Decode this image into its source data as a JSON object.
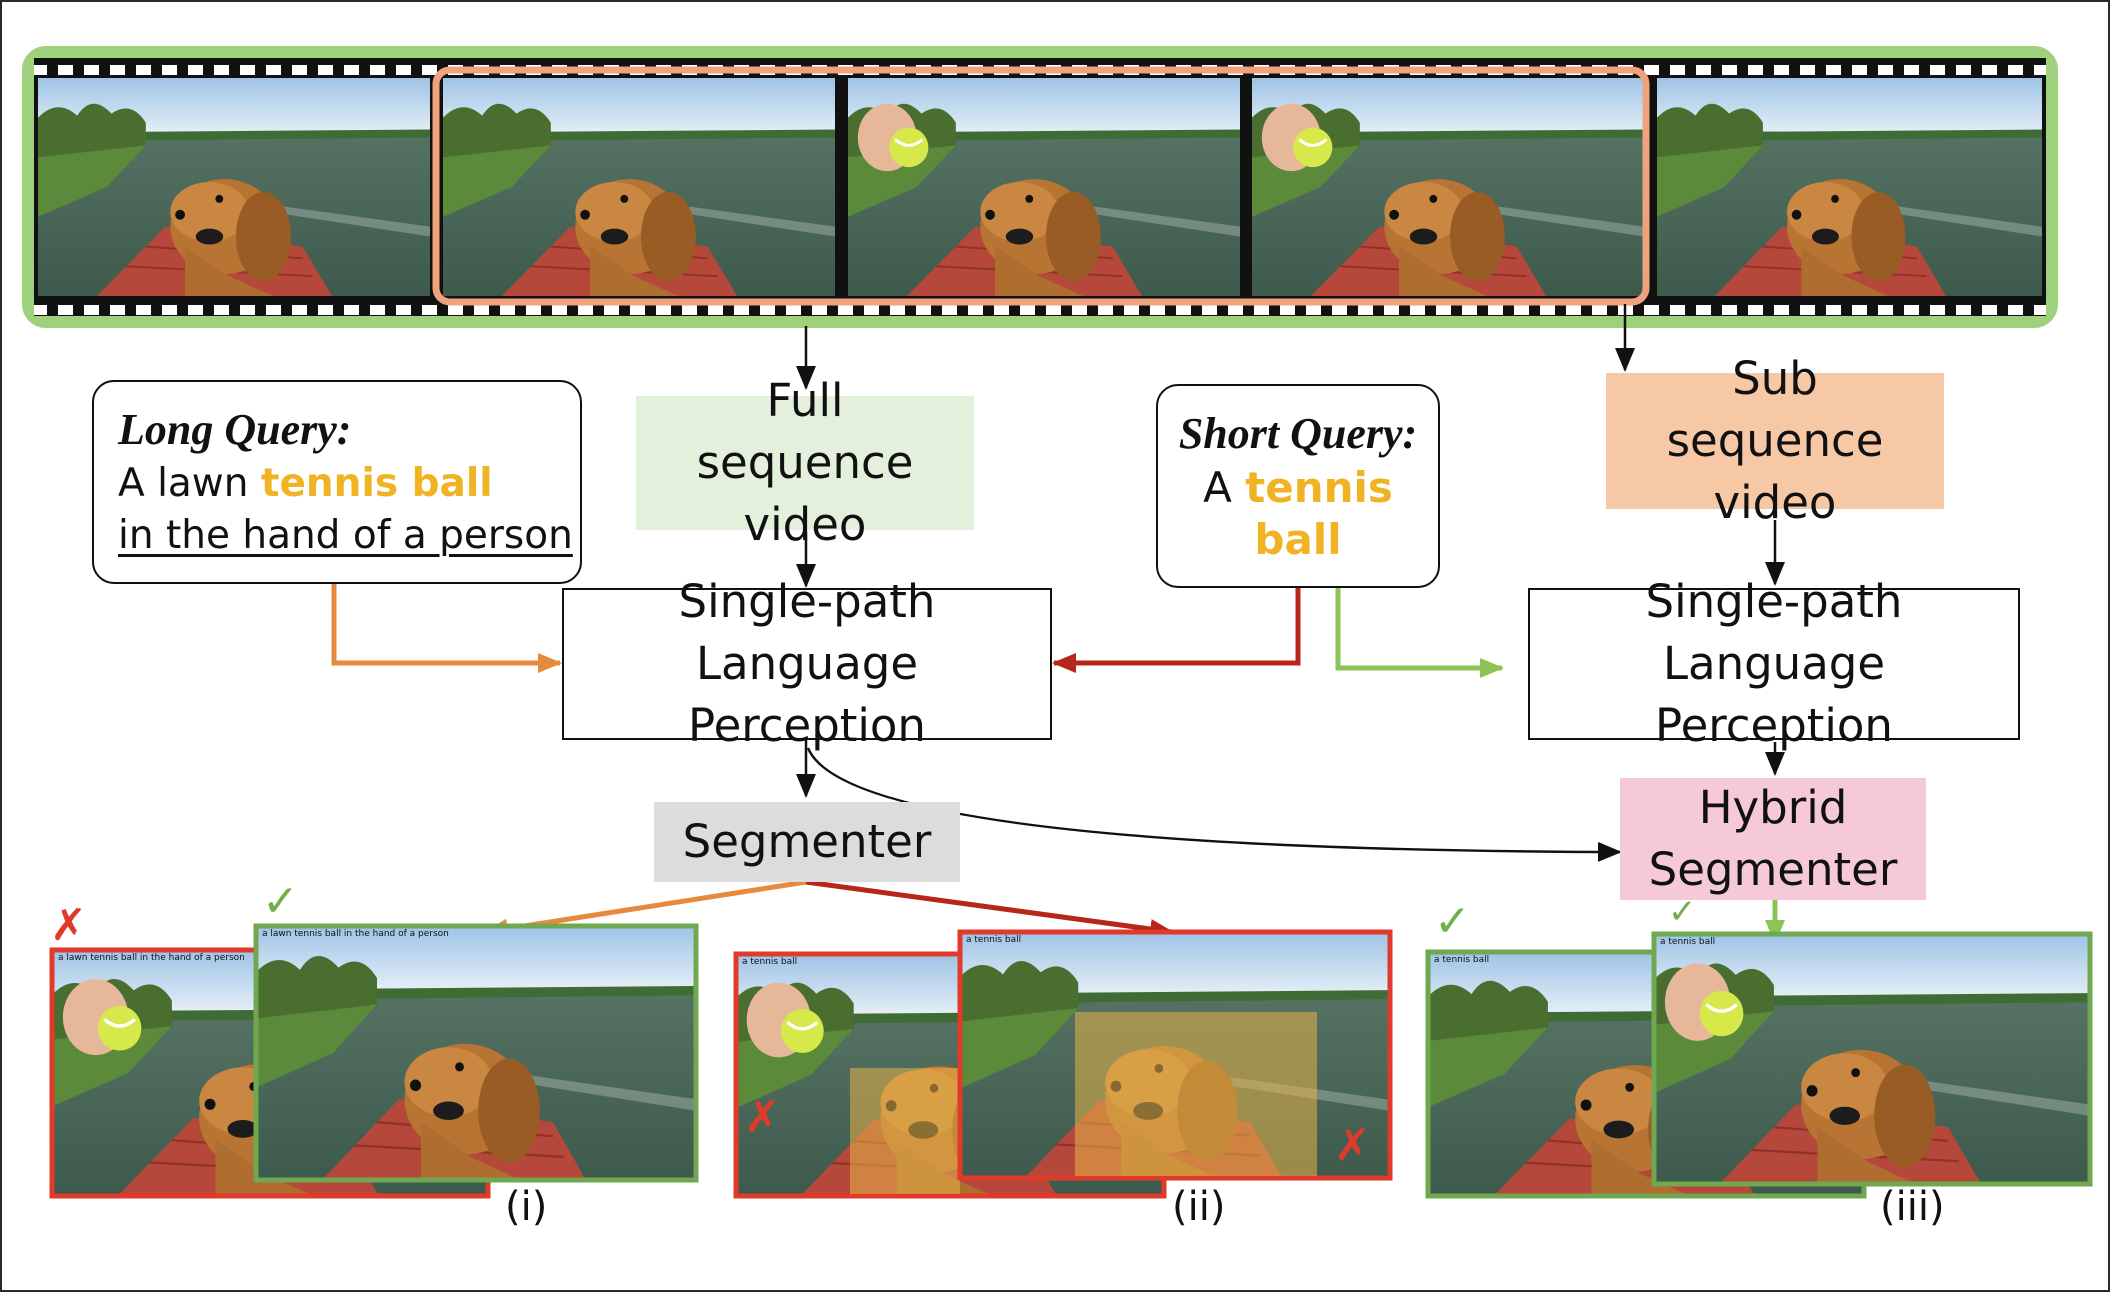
{
  "boxes": {
    "long_query": {
      "title": "Long Query:",
      "line1_prefix": "A lawn ",
      "line1_highlight": "tennis ball",
      "line2": "in the hand of a person"
    },
    "full_sequence": "Full sequence video",
    "short_query": {
      "title": "Short Query:",
      "prefix": "A ",
      "highlight": "tennis ball"
    },
    "sub_sequence": "Sub sequence video",
    "slp_left": "Single-path Language Perception",
    "slp_right": "Single-path Language Perception",
    "segmenter": "Segmenter",
    "hybrid_segmenter": "Hybrid Segmenter"
  },
  "result_labels": [
    "(i)",
    "(ii)",
    "(iii)"
  ],
  "frame_captions": {
    "i_back": "a lawn tennis ball in the hand of a person",
    "i_front": "a lawn tennis ball in the hand of a person",
    "ii_back": "a tennis ball",
    "ii_front": "a tennis ball",
    "iii_back": "a tennis ball",
    "iii_front": "a tennis ball"
  },
  "marks": {
    "cross": "✗",
    "check": "✓"
  },
  "colors": {
    "full_sequence_bg": "#e3f0dc",
    "sub_sequence_bg": "#f6c8a6",
    "segmenter_bg": "#dcdcdc",
    "hybrid_bg": "#f6c9d8",
    "highlight": "#f0b323",
    "long_arrow": "#e58a3e",
    "short_arrow_red": "#b8261b",
    "short_arrow_green": "#8cc455",
    "film_outline_green": "#9fd07c",
    "sub_outline_orange": "#f0a27c",
    "wrong_red": "#e03a2a",
    "right_green": "#6fa850"
  }
}
